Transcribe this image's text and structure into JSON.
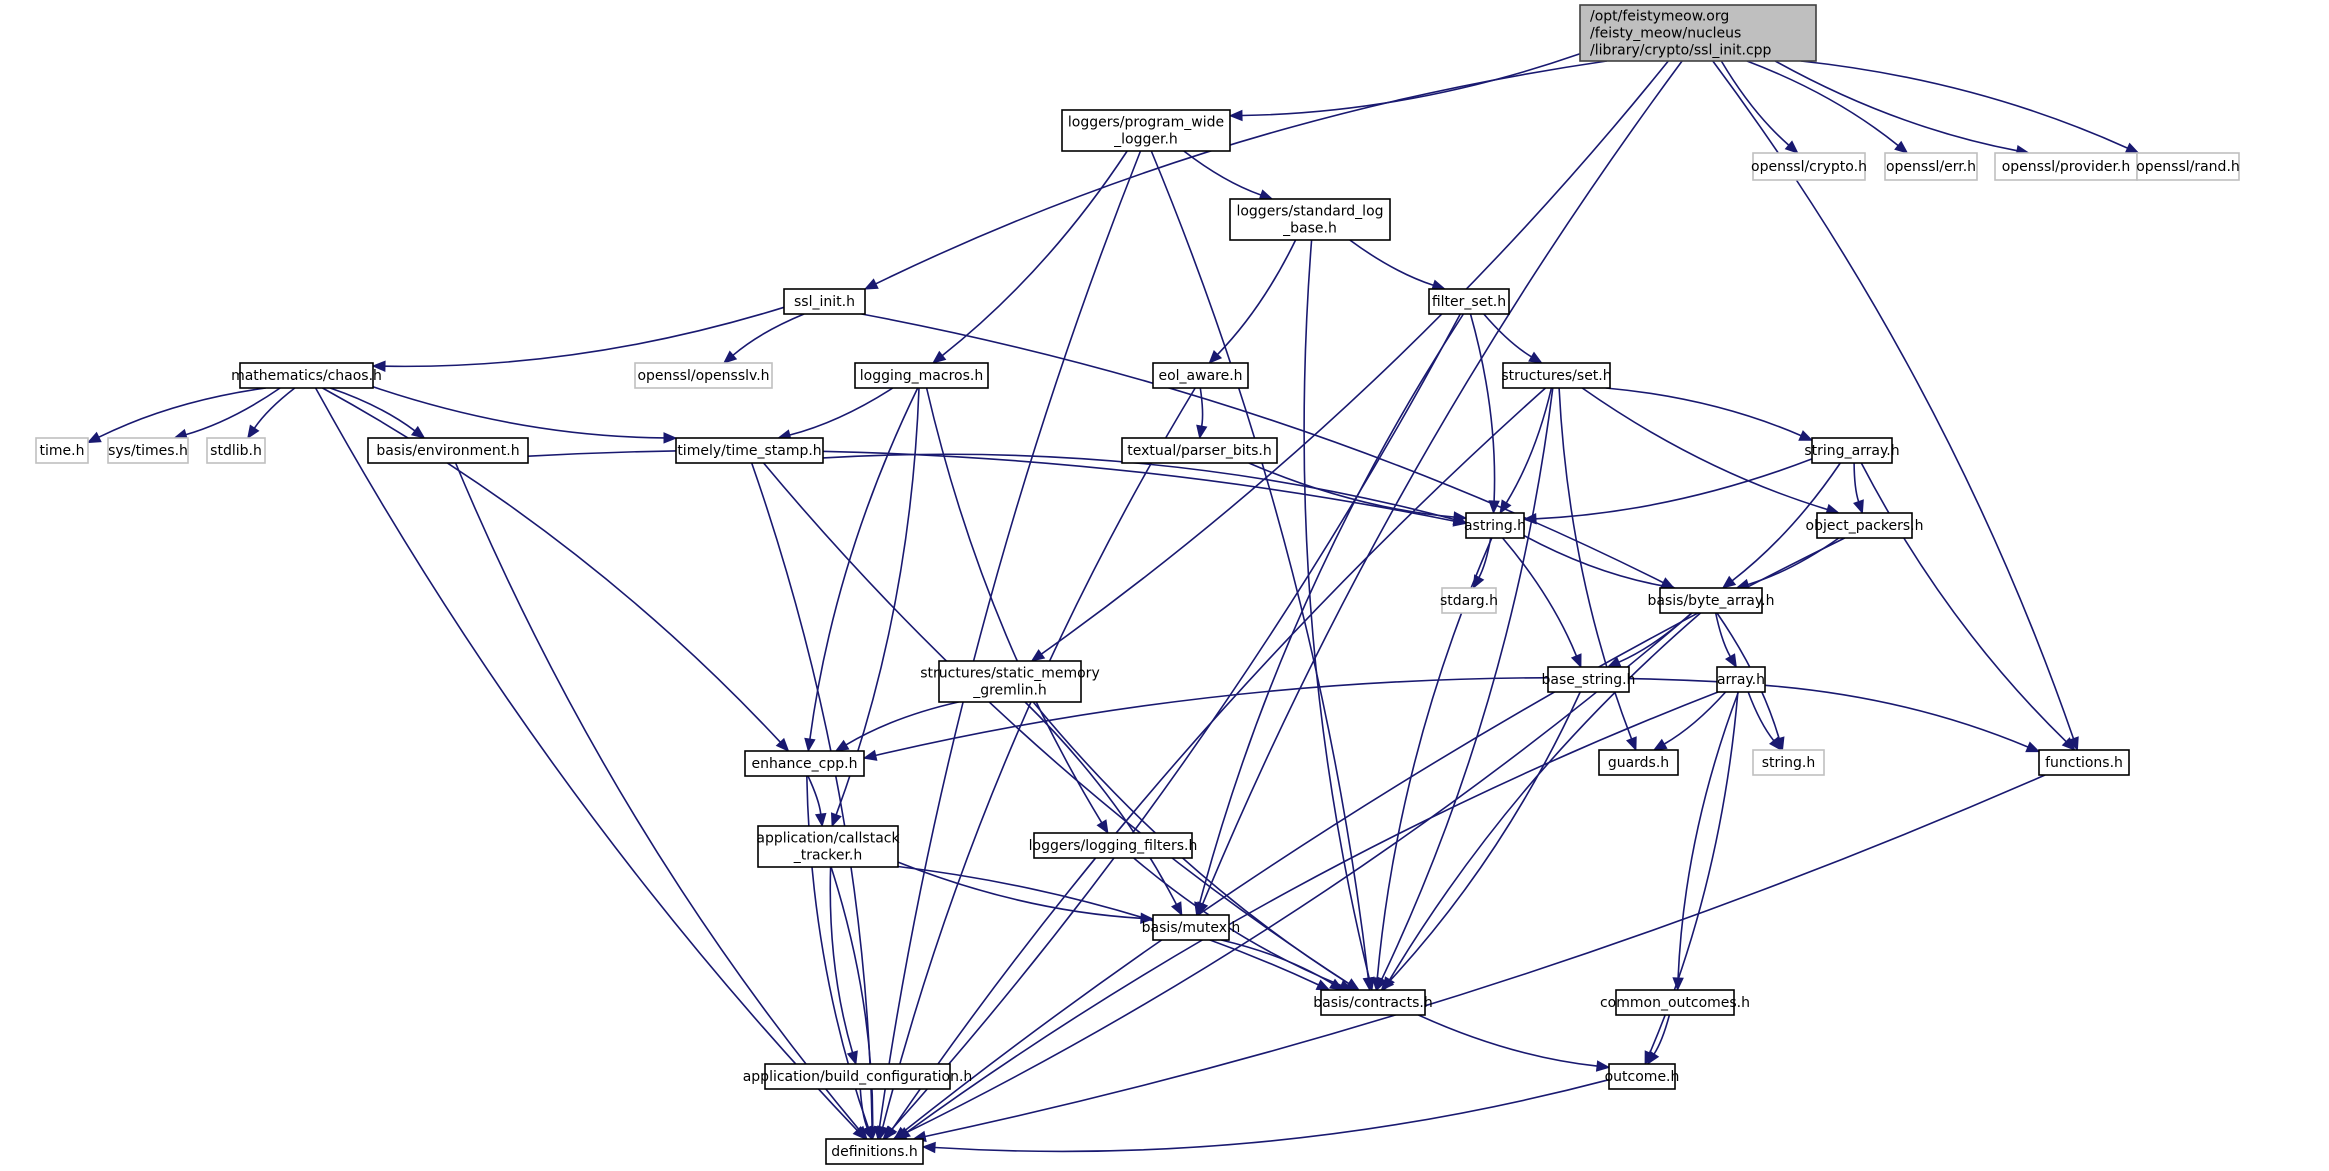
{
  "diagram": {
    "type": "include-dependency-graph",
    "root": "root",
    "colors": {
      "edge": "#191970",
      "root_fill": "#bfbfbf",
      "node_border": "#000000",
      "external_border": "#bfbfbf"
    },
    "nodes": [
      {
        "id": "root",
        "lines": [
          "/opt/feistymeow.org",
          "/feisty_meow/nucleus",
          "/library/crypto/ssl_init.cpp"
        ],
        "kind": "root"
      },
      {
        "id": "openssl_crypto",
        "lines": [
          "openssl/crypto.h"
        ],
        "kind": "external"
      },
      {
        "id": "openssl_err",
        "lines": [
          "openssl/err.h"
        ],
        "kind": "external"
      },
      {
        "id": "openssl_provider",
        "lines": [
          "openssl/provider.h"
        ],
        "kind": "external"
      },
      {
        "id": "openssl_rand",
        "lines": [
          "openssl/rand.h"
        ],
        "kind": "external"
      },
      {
        "id": "program_wide_logger",
        "lines": [
          "loggers/program_wide",
          "_logger.h"
        ],
        "kind": "internal"
      },
      {
        "id": "standard_log_base",
        "lines": [
          "loggers/standard_log",
          "_base.h"
        ],
        "kind": "internal"
      },
      {
        "id": "ssl_init_h",
        "lines": [
          "ssl_init.h"
        ],
        "kind": "internal"
      },
      {
        "id": "filter_set",
        "lines": [
          "filter_set.h"
        ],
        "kind": "internal"
      },
      {
        "id": "chaos",
        "lines": [
          "mathematics/chaos.h"
        ],
        "kind": "internal"
      },
      {
        "id": "opensslv",
        "lines": [
          "openssl/opensslv.h"
        ],
        "kind": "external"
      },
      {
        "id": "logging_macros",
        "lines": [
          "logging_macros.h"
        ],
        "kind": "internal"
      },
      {
        "id": "eol_aware",
        "lines": [
          "eol_aware.h"
        ],
        "kind": "internal"
      },
      {
        "id": "structures_set",
        "lines": [
          "structures/set.h"
        ],
        "kind": "internal"
      },
      {
        "id": "time_h",
        "lines": [
          "time.h"
        ],
        "kind": "external"
      },
      {
        "id": "sys_times",
        "lines": [
          "sys/times.h"
        ],
        "kind": "external"
      },
      {
        "id": "stdlib",
        "lines": [
          "stdlib.h"
        ],
        "kind": "external"
      },
      {
        "id": "environment",
        "lines": [
          "basis/environment.h"
        ],
        "kind": "internal"
      },
      {
        "id": "time_stamp",
        "lines": [
          "timely/time_stamp.h"
        ],
        "kind": "internal"
      },
      {
        "id": "parser_bits",
        "lines": [
          "textual/parser_bits.h"
        ],
        "kind": "internal"
      },
      {
        "id": "string_array",
        "lines": [
          "string_array.h"
        ],
        "kind": "internal"
      },
      {
        "id": "astring",
        "lines": [
          "astring.h"
        ],
        "kind": "internal"
      },
      {
        "id": "object_packers",
        "lines": [
          "object_packers.h"
        ],
        "kind": "internal"
      },
      {
        "id": "stdarg",
        "lines": [
          "stdarg.h"
        ],
        "kind": "external"
      },
      {
        "id": "byte_array",
        "lines": [
          "basis/byte_array.h"
        ],
        "kind": "internal"
      },
      {
        "id": "static_memory_gremlin",
        "lines": [
          "structures/static_memory",
          "_gremlin.h"
        ],
        "kind": "internal"
      },
      {
        "id": "base_string",
        "lines": [
          "base_string.h"
        ],
        "kind": "internal"
      },
      {
        "id": "array",
        "lines": [
          "array.h"
        ],
        "kind": "internal"
      },
      {
        "id": "enhance_cpp",
        "lines": [
          "enhance_cpp.h"
        ],
        "kind": "internal"
      },
      {
        "id": "guards",
        "lines": [
          "guards.h"
        ],
        "kind": "internal"
      },
      {
        "id": "string_h",
        "lines": [
          "string.h"
        ],
        "kind": "external"
      },
      {
        "id": "functions",
        "lines": [
          "functions.h"
        ],
        "kind": "internal"
      },
      {
        "id": "callstack_tracker",
        "lines": [
          "application/callstack",
          "_tracker.h"
        ],
        "kind": "internal"
      },
      {
        "id": "logging_filters",
        "lines": [
          "loggers/logging_filters.h"
        ],
        "kind": "internal"
      },
      {
        "id": "mutex",
        "lines": [
          "basis/mutex.h"
        ],
        "kind": "internal"
      },
      {
        "id": "contracts",
        "lines": [
          "basis/contracts.h"
        ],
        "kind": "internal"
      },
      {
        "id": "common_outcomes",
        "lines": [
          "common_outcomes.h"
        ],
        "kind": "internal"
      },
      {
        "id": "build_configuration",
        "lines": [
          "application/build_configuration.h"
        ],
        "kind": "internal"
      },
      {
        "id": "outcome",
        "lines": [
          "outcome.h"
        ],
        "kind": "internal"
      },
      {
        "id": "definitions",
        "lines": [
          "definitions.h"
        ],
        "kind": "internal"
      }
    ],
    "edges": [
      [
        "root",
        "program_wide_logger"
      ],
      [
        "root",
        "ssl_init_h"
      ],
      [
        "root",
        "static_memory_gremlin"
      ],
      [
        "root",
        "mutex"
      ],
      [
        "root",
        "functions"
      ],
      [
        "root",
        "openssl_crypto"
      ],
      [
        "root",
        "openssl_err"
      ],
      [
        "root",
        "openssl_provider"
      ],
      [
        "root",
        "openssl_rand"
      ],
      [
        "program_wide_logger",
        "standard_log_base"
      ],
      [
        "program_wide_logger",
        "logging_macros"
      ],
      [
        "program_wide_logger",
        "definitions"
      ],
      [
        "program_wide_logger",
        "contracts"
      ],
      [
        "standard_log_base",
        "filter_set"
      ],
      [
        "standard_log_base",
        "eol_aware"
      ],
      [
        "standard_log_base",
        "contracts"
      ],
      [
        "ssl_init_h",
        "chaos"
      ],
      [
        "ssl_init_h",
        "opensslv"
      ],
      [
        "ssl_init_h",
        "byte_array"
      ],
      [
        "filter_set",
        "structures_set"
      ],
      [
        "filter_set",
        "astring"
      ],
      [
        "filter_set",
        "mutex"
      ],
      [
        "filter_set",
        "definitions"
      ],
      [
        "chaos",
        "time_h"
      ],
      [
        "chaos",
        "sys_times"
      ],
      [
        "chaos",
        "stdlib"
      ],
      [
        "chaos",
        "environment"
      ],
      [
        "chaos",
        "time_stamp"
      ],
      [
        "chaos",
        "enhance_cpp"
      ],
      [
        "chaos",
        "definitions"
      ],
      [
        "logging_macros",
        "time_stamp"
      ],
      [
        "logging_macros",
        "enhance_cpp"
      ],
      [
        "logging_macros",
        "callstack_tracker"
      ],
      [
        "logging_macros",
        "logging_filters"
      ],
      [
        "eol_aware",
        "parser_bits"
      ],
      [
        "eol_aware",
        "definitions"
      ],
      [
        "structures_set",
        "string_array"
      ],
      [
        "structures_set",
        "object_packers"
      ],
      [
        "structures_set",
        "astring"
      ],
      [
        "structures_set",
        "guards"
      ],
      [
        "structures_set",
        "contracts"
      ],
      [
        "structures_set",
        "definitions"
      ],
      [
        "environment",
        "astring"
      ],
      [
        "environment",
        "definitions"
      ],
      [
        "time_stamp",
        "astring"
      ],
      [
        "time_stamp",
        "contracts"
      ],
      [
        "time_stamp",
        "definitions"
      ],
      [
        "parser_bits",
        "astring"
      ],
      [
        "string_array",
        "astring"
      ],
      [
        "string_array",
        "object_packers"
      ],
      [
        "string_array",
        "byte_array"
      ],
      [
        "string_array",
        "functions"
      ],
      [
        "astring",
        "stdarg"
      ],
      [
        "astring",
        "byte_array"
      ],
      [
        "astring",
        "base_string"
      ],
      [
        "astring",
        "contracts"
      ],
      [
        "object_packers",
        "byte_array"
      ],
      [
        "object_packers",
        "definitions"
      ],
      [
        "byte_array",
        "base_string"
      ],
      [
        "byte_array",
        "array"
      ],
      [
        "byte_array",
        "string_h"
      ],
      [
        "byte_array",
        "contracts"
      ],
      [
        "byte_array",
        "definitions"
      ],
      [
        "static_memory_gremlin",
        "enhance_cpp"
      ],
      [
        "static_memory_gremlin",
        "mutex"
      ],
      [
        "static_memory_gremlin",
        "contracts"
      ],
      [
        "base_string",
        "contracts"
      ],
      [
        "array",
        "enhance_cpp"
      ],
      [
        "array",
        "guards"
      ],
      [
        "array",
        "string_h"
      ],
      [
        "array",
        "functions"
      ],
      [
        "array",
        "common_outcomes"
      ],
      [
        "array",
        "outcome"
      ],
      [
        "array",
        "definitions"
      ],
      [
        "enhance_cpp",
        "callstack_tracker"
      ],
      [
        "enhance_cpp",
        "definitions"
      ],
      [
        "functions",
        "definitions"
      ],
      [
        "callstack_tracker",
        "mutex"
      ],
      [
        "callstack_tracker",
        "contracts"
      ],
      [
        "callstack_tracker",
        "build_configuration"
      ],
      [
        "callstack_tracker",
        "definitions"
      ],
      [
        "logging_filters",
        "contracts"
      ],
      [
        "mutex",
        "contracts"
      ],
      [
        "contracts",
        "outcome"
      ],
      [
        "common_outcomes",
        "outcome"
      ],
      [
        "build_configuration",
        "definitions"
      ],
      [
        "outcome",
        "definitions"
      ]
    ]
  }
}
